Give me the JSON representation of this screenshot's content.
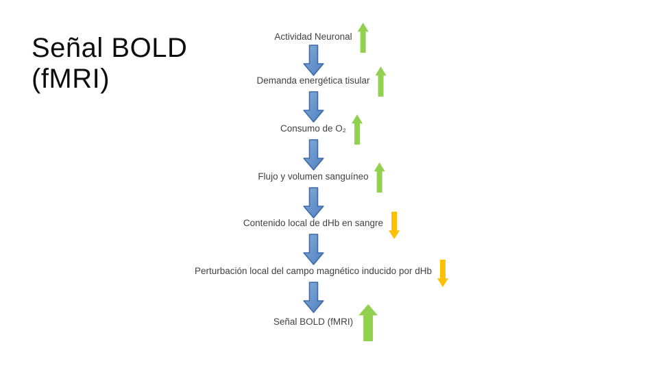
{
  "slide": {
    "title": "Señal BOLD (fMRI)"
  },
  "colors": {
    "background": "#FFFFFF",
    "title_text": "#0D0D0D",
    "body_text": "#404040",
    "green": "#92D050",
    "yellow": "#FFC000",
    "blue_light": "#86ACDC",
    "blue": "#4E7FBE",
    "blue_stroke": "#3A6BA8"
  },
  "icons": {
    "increase": "up-arrow",
    "decrease": "down-arrow",
    "connector": "down-arrow"
  },
  "flow": {
    "steps": [
      {
        "label": "Actividad Neuronal",
        "change": "increase"
      },
      {
        "label": "Demanda energética tisular",
        "change": "increase"
      },
      {
        "label": "Consumo de O₂",
        "change": "increase"
      },
      {
        "label": "Flujo y volumen sanguíneo",
        "change": "increase"
      },
      {
        "label": "Contenido local de dHb en sangre",
        "change": "decrease"
      },
      {
        "label": "Perturbación local del campo magnético inducido por dHb",
        "change": "decrease"
      },
      {
        "label": "Señal BOLD (fMRI)",
        "change": "increase"
      }
    ]
  }
}
